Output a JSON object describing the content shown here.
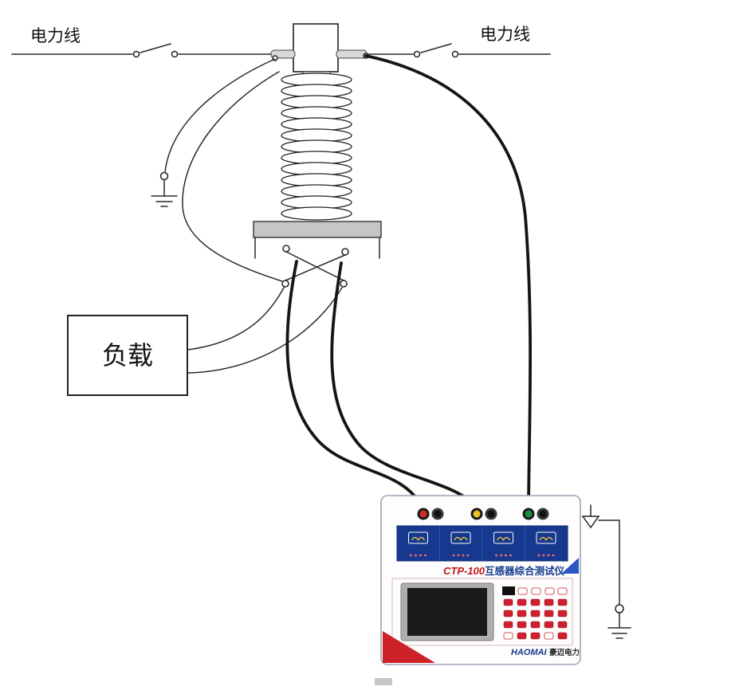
{
  "diagram": {
    "power_line_left": "电力线",
    "power_line_right": "电力线",
    "load_label": "负载",
    "tester": {
      "model": "CTP-100",
      "name": "互感器综合测试仪",
      "brand_en": "HAOMAI",
      "brand_cn": "豪迈电力"
    }
  },
  "colors": {
    "wire_black": "#1a1a1a",
    "panel_blue": "#16388e",
    "accent_red": "#cc2127",
    "terminal_red": "#d42b25",
    "terminal_yellow": "#e7c51f",
    "terminal_green": "#1e8f3e",
    "terminal_black": "#111111",
    "flange_gray": "#c6c6c6",
    "lcd_black": "#1a1a1a"
  }
}
